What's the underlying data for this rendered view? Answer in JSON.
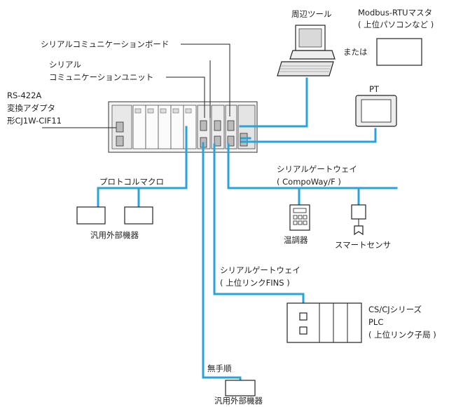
{
  "labels": {
    "peripheral_tool": "周辺ツール",
    "modbus_line1": "Modbus-RTUマスタ",
    "modbus_line2": "( 上位パソコンなど )",
    "or": "または",
    "serial_comm_board": "シリアルコミュニケーションボード",
    "serial_comm_unit_line1": "シリアル",
    "serial_comm_unit_line2": "コミュニケーションユニット",
    "rs422_line1": "RS-422A",
    "rs422_line2": "変換アダプタ",
    "rs422_line3": "形CJ1W-CIF11",
    "pt": "PT",
    "protocol_macro": "プロトコルマクロ",
    "general_device_1": "汎用外部機器",
    "gateway_compoway_line1": "シリアルゲートウェイ",
    "gateway_compoway_line2": "( CompoWay/F )",
    "temp_controller": "温調器",
    "smart_sensor": "スマートセンサ",
    "gateway_fins_line1": "シリアルゲートウェイ",
    "gateway_fins_line2": "( 上位リンクFINS )",
    "cs_cj_line1": "CS/CJシリーズ",
    "cs_cj_line2": "PLC",
    "cs_cj_line3": "( 上位リンク子局 )",
    "no_protocol": "無手順",
    "general_device_2": "汎用外部機器"
  },
  "colors": {
    "cable": "#29a3dc",
    "outline": "#222222"
  }
}
